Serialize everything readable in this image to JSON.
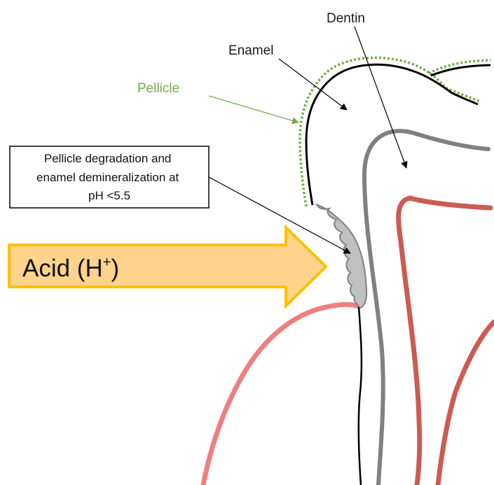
{
  "labels": {
    "dentin": "Dentin",
    "enamel": "Enamel",
    "pellicle": "Pellicle",
    "box_lines": [
      "Pellicle degradation and",
      "enamel demineralization at",
      "pH <5.5"
    ],
    "acid_main": "Acid (H",
    "acid_sup": "+",
    "acid_close": ")"
  },
  "colors": {
    "enamel_outline": "#000000",
    "dentin": "#808080",
    "pulp": "#cc5b52",
    "gingiva": "#ee7f7f",
    "pellicle": "#70ad47",
    "lesion_fill": "#c0c0c0",
    "acid_arrow_fill": "#ffd38c",
    "acid_arrow_stroke": "#ffc000"
  }
}
